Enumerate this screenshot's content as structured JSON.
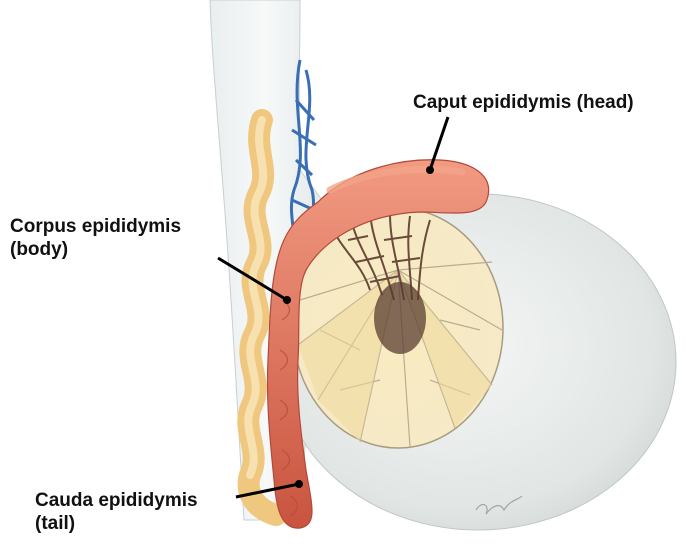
{
  "labels": {
    "caput": [
      "Caput epididymis (head)"
    ],
    "corpus": [
      "Corpus epididymis",
      "(body)"
    ],
    "cauda": [
      "Cauda epididymis",
      "(tail)"
    ]
  },
  "colors": {
    "epididymis": "#d9604f",
    "epididymis_highlight": "#f4a488",
    "vas_deferens": "#f0c77e",
    "vessels": "#3a6fb5",
    "testis_surface": "#fbf3d2",
    "tunica": "#dfe4e2",
    "leader_line": "#000000"
  }
}
